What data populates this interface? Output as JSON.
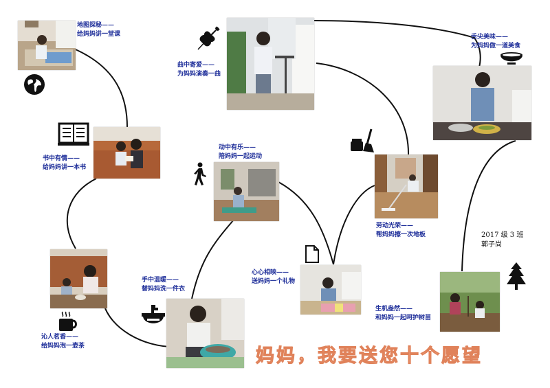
{
  "wishes": [
    {
      "title": "地图探秘——",
      "text": "给妈妈讲一堂课",
      "icon": "globe-icon"
    },
    {
      "title": "曲中寄爱——",
      "text": "为妈妈演奏一曲",
      "icon": "violin-icon"
    },
    {
      "title": "舌尖美味——",
      "text": "为妈妈做一道美食",
      "icon": "bowl-icon"
    },
    {
      "title": "书中有情——",
      "text": "给妈妈讲一本书",
      "icon": "book-icon"
    },
    {
      "title": "动中有乐——",
      "text": "陪妈妈一起运动",
      "icon": "walking-person-icon"
    },
    {
      "title": "劳动光荣——",
      "text": "帮妈妈擦一次地板",
      "icon": "cleaning-icon"
    },
    {
      "title": "心心相映——",
      "text": "送妈妈一个礼物",
      "icon": "document-icon"
    },
    {
      "title": "手中温暖——",
      "text": "替妈妈洗一件衣",
      "icon": "sink-icon"
    },
    {
      "title": "沁人茗香——",
      "text": "给妈妈泡一壶茶",
      "icon": "hot-cup-icon"
    },
    {
      "title": "生机盎然——",
      "text": "和妈妈一起呵护树苗",
      "icon": "tree-icon"
    }
  ],
  "class_info": {
    "grade": "2017 级  3 班",
    "name": "郭子尚"
  },
  "slogan": "妈妈，我要送您十个愿望",
  "colors": {
    "caption": "#1f2f9a",
    "slogan_fill": "#f6b99a",
    "slogan_stroke": "#e0825a",
    "path": "#111111"
  }
}
